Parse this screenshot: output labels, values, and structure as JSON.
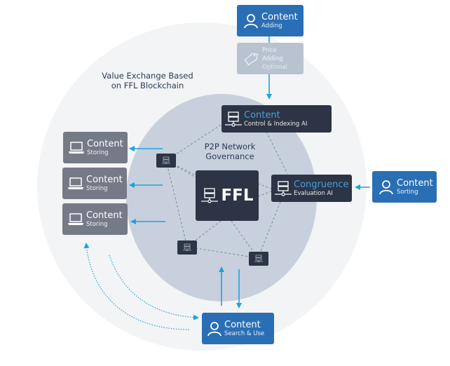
{
  "diagram": {
    "title_outer": [
      "Value Exchange Based",
      "on FFL Blockchain"
    ],
    "title_inner": [
      "P2P Network",
      "Governance"
    ],
    "center": {
      "label": "FFL",
      "icon": "server-icon"
    },
    "boxes": {
      "content_adding": {
        "title": "Content",
        "subtitle": "Adding",
        "icon": "user-icon"
      },
      "price_adding": {
        "lines": [
          "Price",
          "Adding",
          "Optional"
        ],
        "icon": "price-tag-icon"
      },
      "control_indexing": {
        "title": "Content",
        "subtitle": "Control & Indexing AI",
        "icon": "server-icon"
      },
      "congruence": {
        "title": "Congruence",
        "subtitle": "Evaluation AI",
        "icon": "server-icon"
      },
      "content_sorting": {
        "title": "Content",
        "subtitle": "Sorting",
        "icon": "user-icon"
      },
      "storing": [
        {
          "title": "Content",
          "subtitle": "Storing",
          "icon": "laptop-icon"
        },
        {
          "title": "Content",
          "subtitle": "Storing",
          "icon": "laptop-icon"
        },
        {
          "title": "Content",
          "subtitle": "Storing",
          "icon": "laptop-icon"
        }
      ],
      "search_use": {
        "title": "Content",
        "subtitle": "Search & Use",
        "icon": "user-icon"
      }
    },
    "colors": {
      "user_box": "#2a6fb5",
      "storage_box": "#747b86",
      "ai_box": "#2c3446",
      "arrow": "#1ba3e0",
      "accent_text": "#4b9fd6"
    }
  }
}
